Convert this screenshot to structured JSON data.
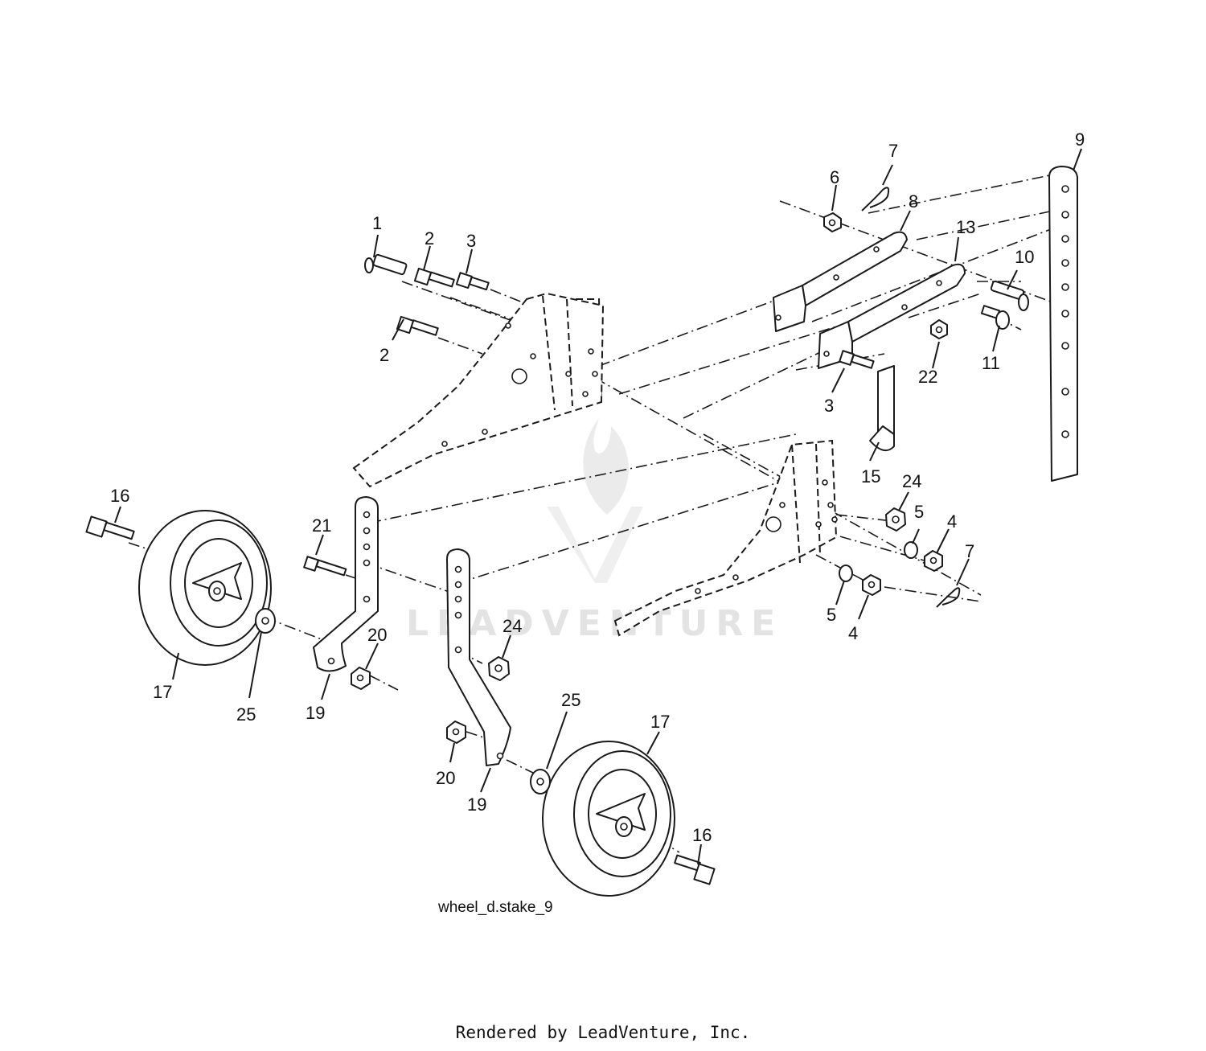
{
  "diagram": {
    "caption": "wheel_d.stake_9",
    "watermark": "LEADVENTURE",
    "callouts": [
      {
        "label": "1",
        "part": "clevis-pin"
      },
      {
        "label": "2",
        "part": "hex-bolt-upper"
      },
      {
        "label": "2",
        "part": "hex-bolt-lower"
      },
      {
        "label": "3",
        "part": "hex-bolt-short"
      },
      {
        "label": "3",
        "part": "hex-bolt-bracket"
      },
      {
        "label": "4",
        "part": "hex-nut-upper"
      },
      {
        "label": "4",
        "part": "hex-nut-lower"
      },
      {
        "label": "5",
        "part": "lock-washer-upper"
      },
      {
        "label": "5",
        "part": "lock-washer-lower"
      },
      {
        "label": "6",
        "part": "hex-nut"
      },
      {
        "label": "7",
        "part": "hairpin-clip-upper"
      },
      {
        "label": "7",
        "part": "hairpin-clip-lower"
      },
      {
        "label": "8",
        "part": "strap-left"
      },
      {
        "label": "9",
        "part": "depth-stake-bar"
      },
      {
        "label": "10",
        "part": "clevis-pin-stake"
      },
      {
        "label": "11",
        "part": "hex-bolt-stake"
      },
      {
        "label": "13",
        "part": "strap-right"
      },
      {
        "label": "15",
        "part": "stake-bracket"
      },
      {
        "label": "16",
        "part": "shoulder-bolt-left"
      },
      {
        "label": "16",
        "part": "shoulder-bolt-right"
      },
      {
        "label": "17",
        "part": "wheel-left"
      },
      {
        "label": "17",
        "part": "wheel-right"
      },
      {
        "label": "19",
        "part": "wheel-bracket-left"
      },
      {
        "label": "19",
        "part": "wheel-bracket-right"
      },
      {
        "label": "20",
        "part": "nut-left"
      },
      {
        "label": "20",
        "part": "nut-right"
      },
      {
        "label": "21",
        "part": "bolt-bracket"
      },
      {
        "label": "22",
        "part": "hex-nut-strap"
      },
      {
        "label": "24",
        "part": "flange-nut-frame"
      },
      {
        "label": "24",
        "part": "flange-nut-bracket"
      },
      {
        "label": "25",
        "part": "washer-left"
      },
      {
        "label": "25",
        "part": "washer-right"
      }
    ]
  },
  "footer": {
    "text": "Rendered by LeadVenture, Inc."
  }
}
